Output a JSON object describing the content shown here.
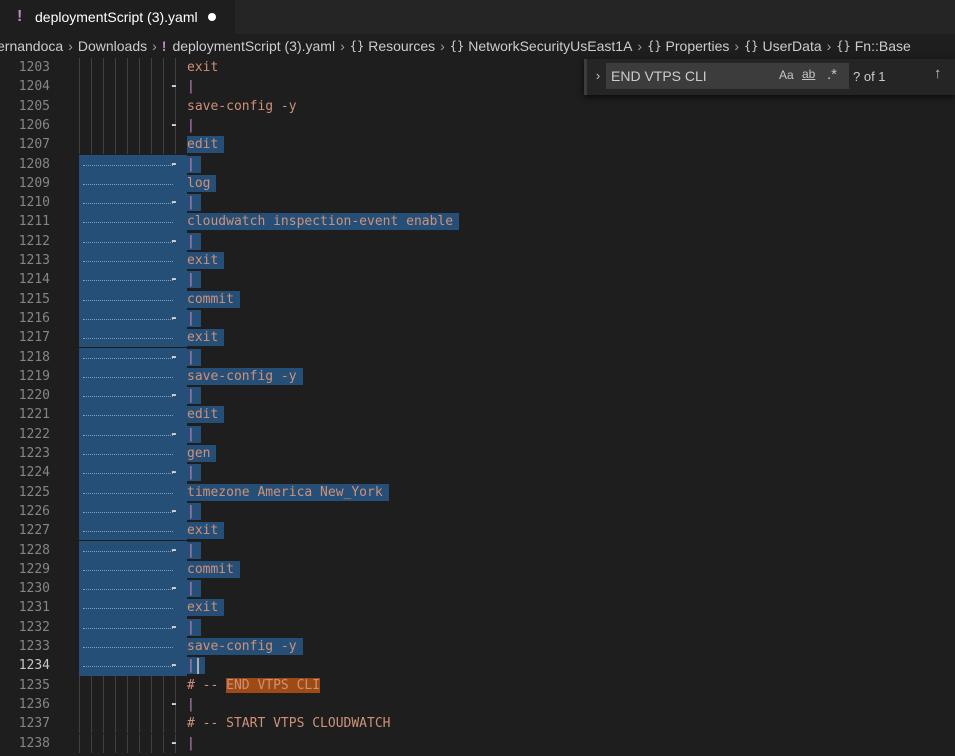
{
  "tab": {
    "icon": "!",
    "title": "deploymentScript (3).yaml"
  },
  "breadcrumb": [
    {
      "label": "ernandoca",
      "kind": "folder"
    },
    {
      "label": "Downloads",
      "kind": "folder"
    },
    {
      "label": "deploymentScript (3).yaml",
      "kind": "file",
      "icon": "!"
    },
    {
      "label": "Resources",
      "kind": "object",
      "icon": "{}"
    },
    {
      "label": "NetworkSecurityUsEast1A",
      "kind": "object",
      "icon": "{}"
    },
    {
      "label": "Properties",
      "kind": "object",
      "icon": "{}"
    },
    {
      "label": "UserData",
      "kind": "object",
      "icon": "{}"
    },
    {
      "label": "Fn::Base",
      "kind": "object",
      "icon": "{}"
    }
  ],
  "find": {
    "query": "END VTPS CLI",
    "match_case": "Aa",
    "whole_word": "ab",
    "regex": ".*",
    "result": "? of 1",
    "toggle_icon": "chevron-right-icon",
    "prev_icon": "arrow-up-icon"
  },
  "colors": {
    "selection": "#264f78",
    "find_highlight": "#9e4a15",
    "string": "#ce9178",
    "pipe": "#c586c0"
  },
  "editor": {
    "current_line": "1234",
    "lines": [
      {
        "num": "1203",
        "text": "exit",
        "kind": "cmd",
        "sel": false
      },
      {
        "num": "1204",
        "text": "|",
        "kind": "pipe",
        "dash": "-",
        "sel": false
      },
      {
        "num": "1205",
        "text": "save-config -y",
        "kind": "cmd",
        "sel": false
      },
      {
        "num": "1206",
        "text": "|",
        "kind": "pipe",
        "dash": "-",
        "sel": false
      },
      {
        "num": "1207",
        "text": "edit",
        "kind": "cmd",
        "sel": true,
        "indent_sel": false
      },
      {
        "num": "1208",
        "text": "|",
        "kind": "pipe",
        "dash": "-",
        "sel": true,
        "indent_sel": true
      },
      {
        "num": "1209",
        "text": "log",
        "kind": "cmd",
        "sel": true,
        "indent_sel": true
      },
      {
        "num": "1210",
        "text": "|",
        "kind": "pipe",
        "dash": "-",
        "sel": true,
        "indent_sel": true
      },
      {
        "num": "1211",
        "text": "cloudwatch inspection-event enable",
        "kind": "cmd",
        "sel": true,
        "indent_sel": true
      },
      {
        "num": "1212",
        "text": "|",
        "kind": "pipe",
        "dash": "-",
        "sel": true,
        "indent_sel": true
      },
      {
        "num": "1213",
        "text": "exit",
        "kind": "cmd",
        "sel": true,
        "indent_sel": true
      },
      {
        "num": "1214",
        "text": "|",
        "kind": "pipe",
        "dash": "-",
        "sel": true,
        "indent_sel": true
      },
      {
        "num": "1215",
        "text": "commit",
        "kind": "cmd",
        "sel": true,
        "indent_sel": true
      },
      {
        "num": "1216",
        "text": "|",
        "kind": "pipe",
        "dash": "-",
        "sel": true,
        "indent_sel": true
      },
      {
        "num": "1217",
        "text": "exit",
        "kind": "cmd",
        "sel": true,
        "indent_sel": true
      },
      {
        "num": "1218",
        "text": "|",
        "kind": "pipe",
        "dash": "-",
        "sel": true,
        "indent_sel": true
      },
      {
        "num": "1219",
        "text": "save-config -y",
        "kind": "cmd",
        "sel": true,
        "indent_sel": true
      },
      {
        "num": "1220",
        "text": "|",
        "kind": "pipe",
        "dash": "-",
        "sel": true,
        "indent_sel": true
      },
      {
        "num": "1221",
        "text": "edit",
        "kind": "cmd",
        "sel": true,
        "indent_sel": true
      },
      {
        "num": "1222",
        "text": "|",
        "kind": "pipe",
        "dash": "-",
        "sel": true,
        "indent_sel": true
      },
      {
        "num": "1223",
        "text": "gen",
        "kind": "cmd",
        "sel": true,
        "indent_sel": true
      },
      {
        "num": "1224",
        "text": "|",
        "kind": "pipe",
        "dash": "-",
        "sel": true,
        "indent_sel": true
      },
      {
        "num": "1225",
        "text": "timezone America New_York",
        "kind": "cmd",
        "sel": true,
        "indent_sel": true
      },
      {
        "num": "1226",
        "text": "|",
        "kind": "pipe",
        "dash": "-",
        "sel": true,
        "indent_sel": true
      },
      {
        "num": "1227",
        "text": "exit",
        "kind": "cmd",
        "sel": true,
        "indent_sel": true
      },
      {
        "num": "1228",
        "text": "|",
        "kind": "pipe",
        "dash": "-",
        "sel": true,
        "indent_sel": true
      },
      {
        "num": "1229",
        "text": "commit",
        "kind": "cmd",
        "sel": true,
        "indent_sel": true
      },
      {
        "num": "1230",
        "text": "|",
        "kind": "pipe",
        "dash": "-",
        "sel": true,
        "indent_sel": true
      },
      {
        "num": "1231",
        "text": "exit",
        "kind": "cmd",
        "sel": true,
        "indent_sel": true
      },
      {
        "num": "1232",
        "text": "|",
        "kind": "pipe",
        "dash": "-",
        "sel": true,
        "indent_sel": true
      },
      {
        "num": "1233",
        "text": "save-config -y",
        "kind": "cmd",
        "sel": true,
        "indent_sel": true
      },
      {
        "num": "1234",
        "text": "|",
        "kind": "pipe",
        "dash": "-",
        "sel": true,
        "indent_sel": true,
        "cursor": true
      },
      {
        "num": "1235",
        "text": "# -- ",
        "kind": "comment",
        "hl": "END VTPS CLI",
        "sel": false
      },
      {
        "num": "1236",
        "text": "|",
        "kind": "pipe",
        "dash": "-",
        "sel": false
      },
      {
        "num": "1237",
        "text": "# -- START VTPS CLOUDWATCH",
        "kind": "comment",
        "sel": false
      },
      {
        "num": "1238",
        "text": "|",
        "kind": "pipe",
        "dash": "-",
        "sel": false
      }
    ]
  }
}
